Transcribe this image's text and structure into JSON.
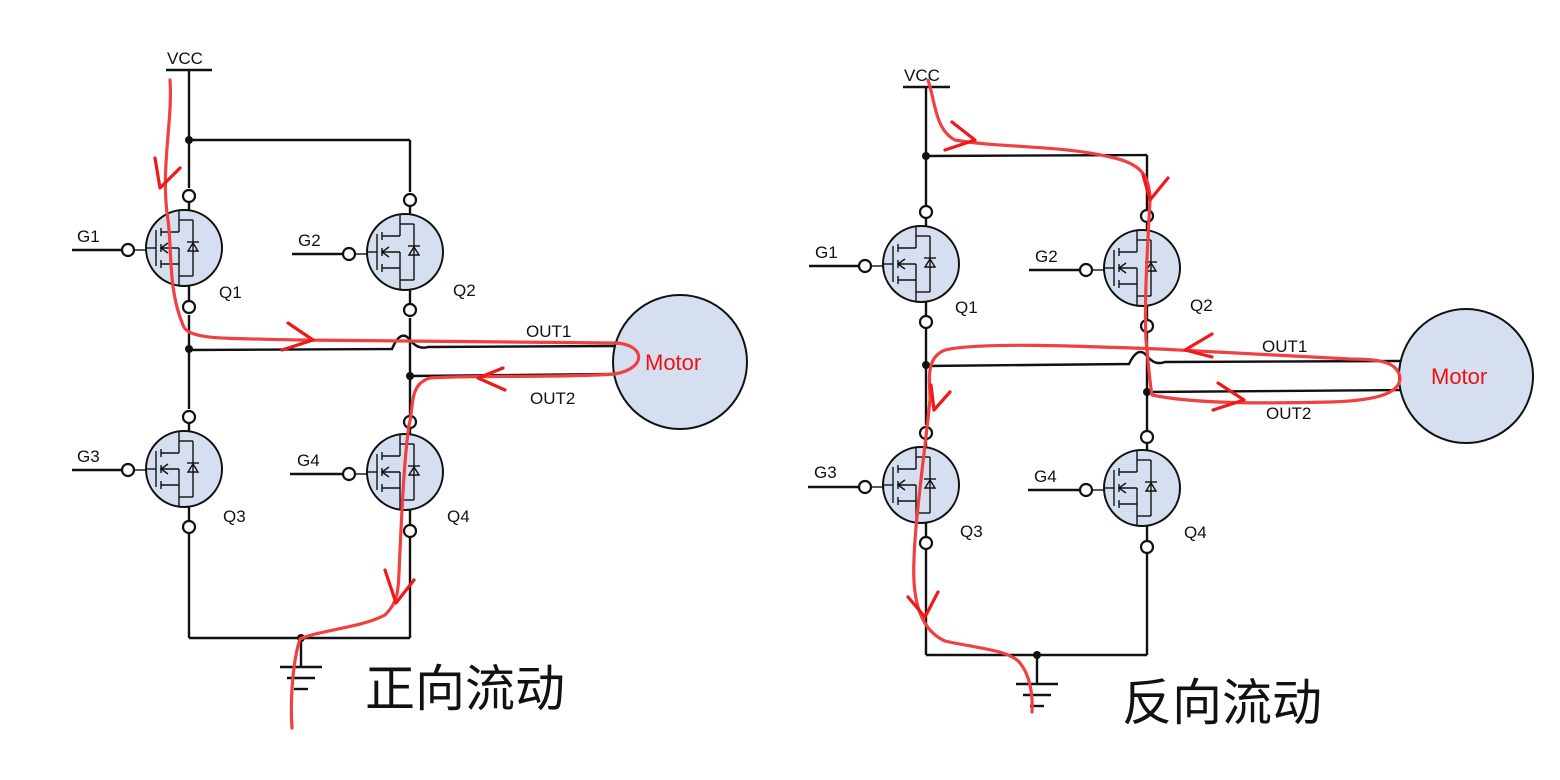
{
  "colors": {
    "wire": "#111111",
    "transistor_fill": "#d6dff0",
    "current_path": "#f04040",
    "motor_label": "#ee1111"
  },
  "left": {
    "supply_label": "VCC",
    "caption": "正向流动",
    "motor_label": "Motor",
    "out1_label": "OUT1",
    "out2_label": "OUT2",
    "transistors": [
      {
        "gate": "G1",
        "name": "Q1"
      },
      {
        "gate": "G2",
        "name": "Q2"
      },
      {
        "gate": "G3",
        "name": "Q3"
      },
      {
        "gate": "G4",
        "name": "Q4"
      }
    ]
  },
  "right": {
    "supply_label": "VCC",
    "caption": "反向流动",
    "motor_label": "Motor",
    "out1_label": "OUT1",
    "out2_label": "OUT2",
    "transistors": [
      {
        "gate": "G1",
        "name": "Q1"
      },
      {
        "gate": "G2",
        "name": "Q2"
      },
      {
        "gate": "G3",
        "name": "Q3"
      },
      {
        "gate": "G4",
        "name": "Q4"
      }
    ]
  }
}
